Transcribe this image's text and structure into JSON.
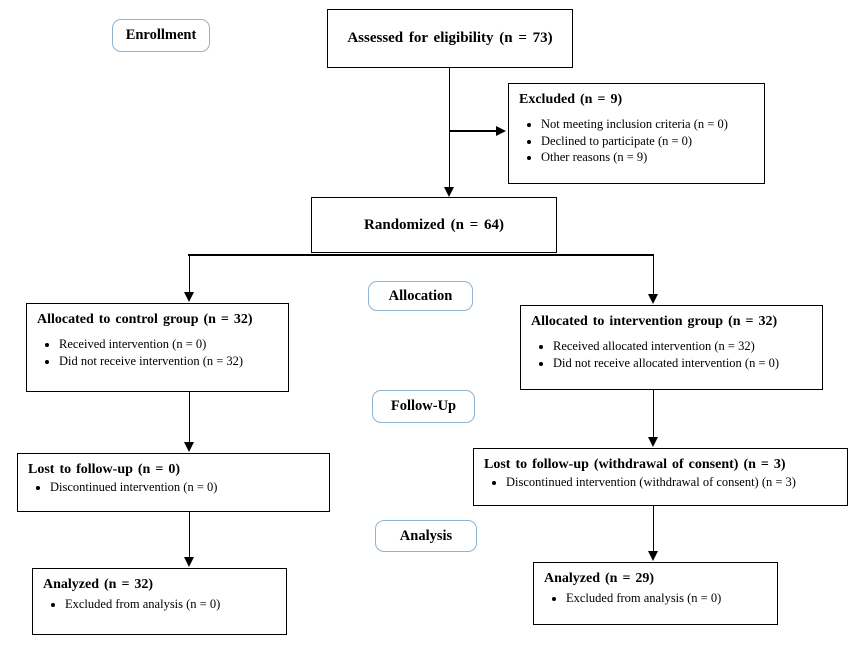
{
  "stages": {
    "enrollment": "Enrollment",
    "allocation": "Allocation",
    "followup": "Follow-Up",
    "analysis": "Analysis"
  },
  "boxes": {
    "assessed": {
      "title": "Assessed for eligibility  (n = 73)"
    },
    "excluded": {
      "title": "Excluded (n = 9)",
      "bullets": [
        "Not meeting inclusion criteria (n = 0)",
        "Declined to participate (n = 0)",
        "Other reasons (n = 9)"
      ]
    },
    "randomized": {
      "title": "Randomized (n = 64)"
    },
    "control": {
      "title": "Allocated to control group (n = 32)",
      "bullets": [
        "Received intervention (n = 0)",
        "Did not receive intervention (n = 32)"
      ]
    },
    "intervention": {
      "title": "Allocated to intervention group (n = 32)",
      "bullets": [
        "Received allocated intervention (n = 32)",
        "Did not receive allocated intervention (n = 0)"
      ]
    },
    "lost_control": {
      "title": "Lost to follow-up (n = 0)",
      "bullets": [
        "Discontinued intervention (n = 0)"
      ]
    },
    "lost_intervention": {
      "title": "Lost to follow-up (withdrawal of consent) (n = 3)",
      "bullets": [
        "Discontinued intervention (withdrawal of consent) (n = 3)"
      ]
    },
    "analyzed_control": {
      "title": "Analyzed (n = 32)",
      "bullets": [
        "Excluded from analysis (n = 0)"
      ]
    },
    "analyzed_intervention": {
      "title": "Analyzed (n = 29)",
      "bullets": [
        "Excluded from analysis (n = 0)"
      ]
    }
  },
  "colors": {
    "stage_border": "#8db3d1",
    "box_border": "#000000",
    "background": "#ffffff"
  }
}
